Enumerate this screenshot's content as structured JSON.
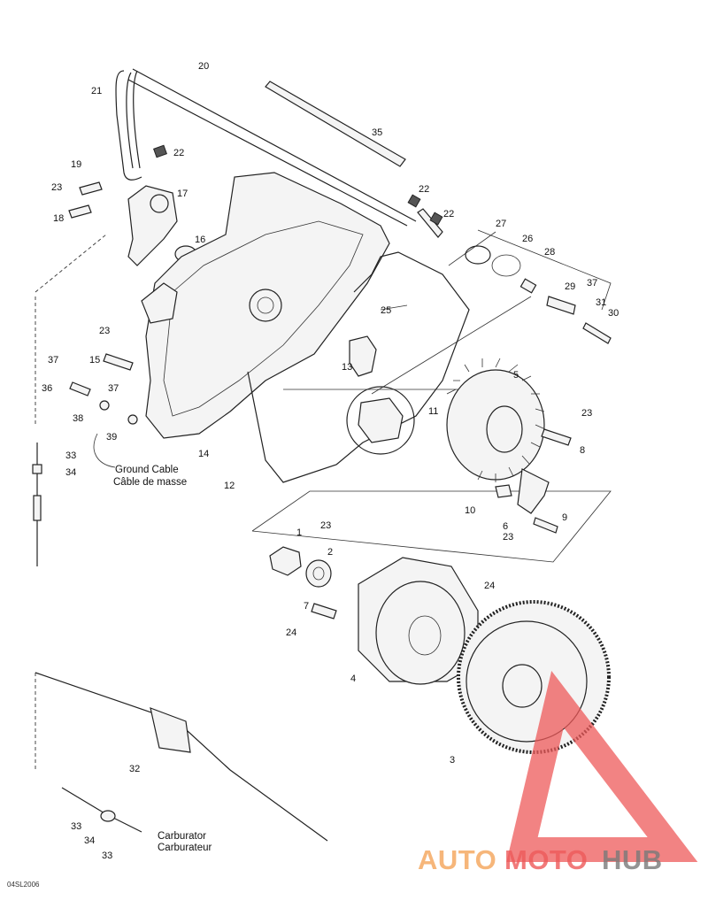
{
  "diagram": {
    "callouts": [
      "1",
      "2",
      "3",
      "4",
      "5",
      "6",
      "7",
      "8",
      "9",
      "10",
      "11",
      "12",
      "13",
      "14",
      "15",
      "16",
      "17",
      "18",
      "19",
      "20",
      "21",
      "22",
      "23",
      "24",
      "25",
      "26",
      "27",
      "28",
      "29",
      "30",
      "31",
      "32",
      "33",
      "34",
      "35",
      "36",
      "37",
      "38",
      "39"
    ],
    "captions": {
      "ground_cable_en": "Ground Cable",
      "ground_cable_fr": "Câble de masse",
      "carburetor_en": "Carburator",
      "carburetor_fr": "Carburateur"
    },
    "reference_code": "04SL2006",
    "watermark": {
      "auto": "AUTO",
      "moto": "MOTO",
      "hub": "HUB"
    },
    "colors": {
      "line": "#222222",
      "watermark_red": "#ee5a5a",
      "watermark_orange": "#f5a55a",
      "watermark_grey": "#7a7a7a"
    }
  }
}
